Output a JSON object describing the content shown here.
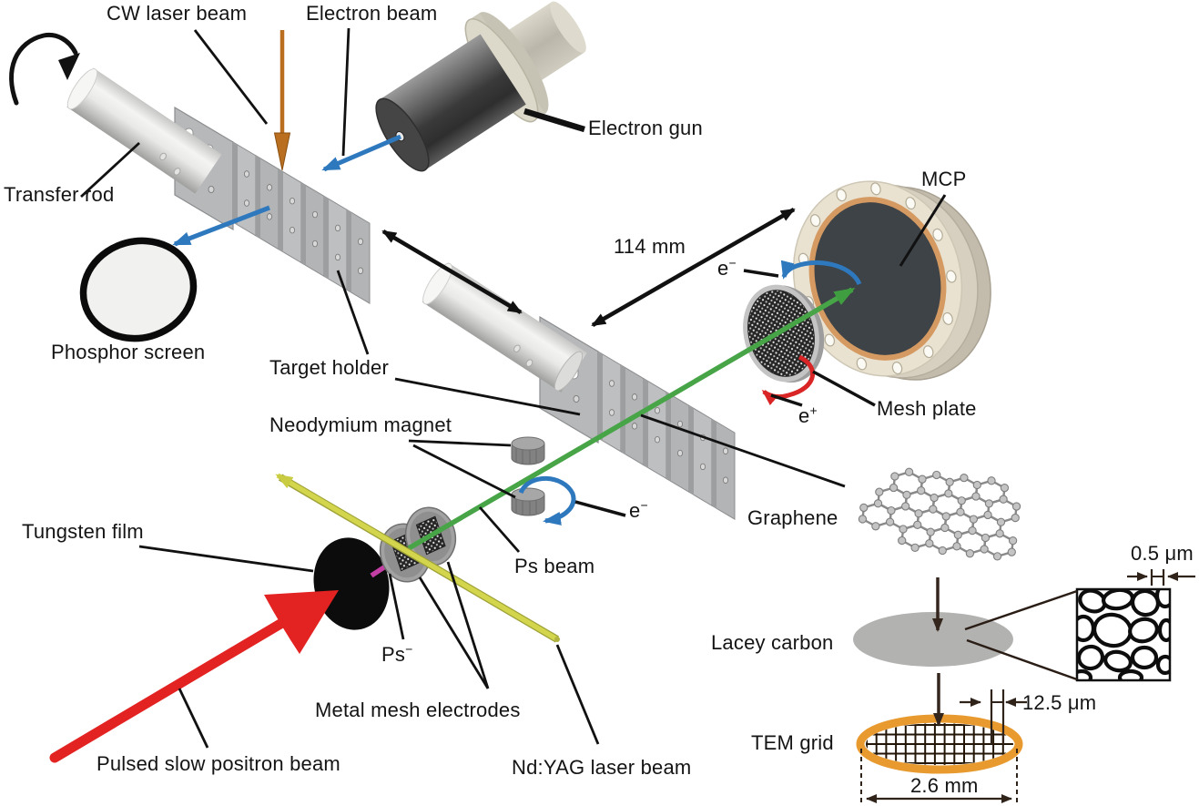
{
  "figure": {
    "labels": {
      "cw_laser_beam": "CW laser beam",
      "electron_beam": "Electron beam",
      "electron_gun": "Electron gun",
      "transfer_rod": "Transfer rod",
      "phosphor_screen": "Phosphor screen",
      "target_holder": "Target holder",
      "neodymium_magnet": "Neodymium magnet",
      "mcp": "MCP",
      "mesh_plate": "Mesh plate",
      "ps_beam": "Ps beam",
      "graphene": "Graphene",
      "tungsten_film": "Tungsten film",
      "metal_mesh_electrodes": "Metal mesh electrodes",
      "pulsed_slow_positron_beam": "Pulsed slow positron beam",
      "nd_yag_laser_beam": "Nd:YAG laser beam",
      "lacey_carbon": "Lacey carbon",
      "tem_grid": "TEM grid"
    },
    "particles": {
      "e_minus_mcp": {
        "base": "e",
        "sup": "−"
      },
      "e_plus": {
        "base": "e",
        "sup": "+"
      },
      "e_minus_magnet": {
        "base": "e",
        "sup": "−"
      },
      "ps_minus": {
        "base": "Ps",
        "sup": "−"
      }
    },
    "dimensions": {
      "holder_to_mcp": "114 mm",
      "lacey_hole": "0.5 μm",
      "grid_pitch": "12.5 μm",
      "grid_diameter": "2.6 mm"
    },
    "colors": {
      "positron_beam": "#e32222",
      "ps_beam": "#47a447",
      "electron_beam": "#2e78bd",
      "cw_laser_beam": "#b96f1f",
      "nd_yag_laser_beam": "#d3d64c",
      "ps_minus_beam": "#c43fa5",
      "e_plus_arrow": "#d92525",
      "tem_grid_ring": "#e89a2e",
      "mcp_flange": "#e9e2d1",
      "mcp_copper": "#d49a62",
      "mcp_plate": "#3d4347"
    }
  }
}
